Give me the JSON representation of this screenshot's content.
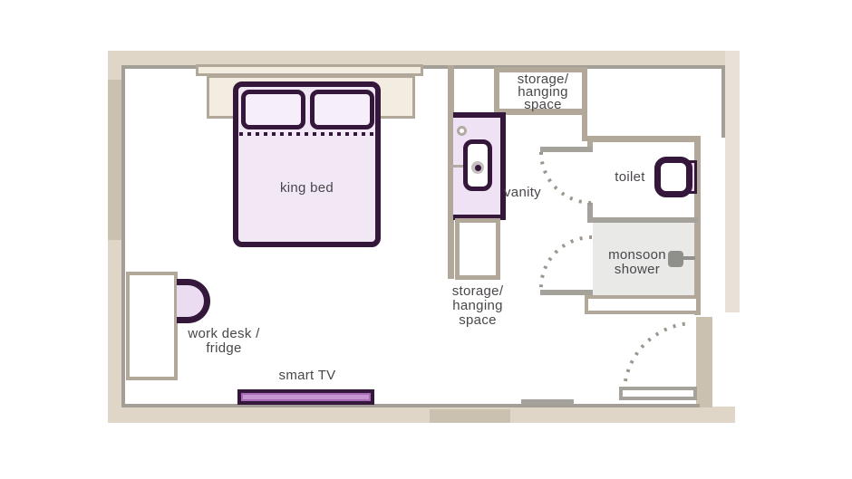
{
  "labels": {
    "king_bed": "king bed",
    "storage_top": [
      "storage/",
      "hanging",
      "space"
    ],
    "vanity": "vanity",
    "toilet": "toilet",
    "monsoon_shower": [
      "monsoon",
      "shower"
    ],
    "storage_mid": [
      "storage/",
      "hanging",
      "space"
    ],
    "work_desk": [
      "work desk /",
      "fridge"
    ],
    "smart_tv": "smart TV"
  },
  "colors": {
    "background": "#ffffff",
    "purple_dark": "#34173b",
    "purple_bed_fill": "#f1e7f5",
    "purple_pillow_fill": "#f6eff9",
    "purple_chair_fill": "#ecdcf2",
    "purple_vanity_fill": "#efe2f4",
    "purple_tank_fill": "#efdcf1",
    "purple_tv_fill": "#c795d1",
    "purple_tv_ring": "#a86bb5",
    "tan_wall": "#b2a89a",
    "gray_wall": "#a5a29c",
    "door_gray": "#9d978d",
    "inner_line": "#a49f96",
    "beige_band": "#e0d6c7",
    "beige_dark": "#cbc1b0",
    "beige_right": "#e9e0d7",
    "cream": "#f3ede1",
    "shower_gray": "#e9e9e8",
    "shower_head_gray": "#8f8f8b",
    "text": "#4a464b"
  }
}
